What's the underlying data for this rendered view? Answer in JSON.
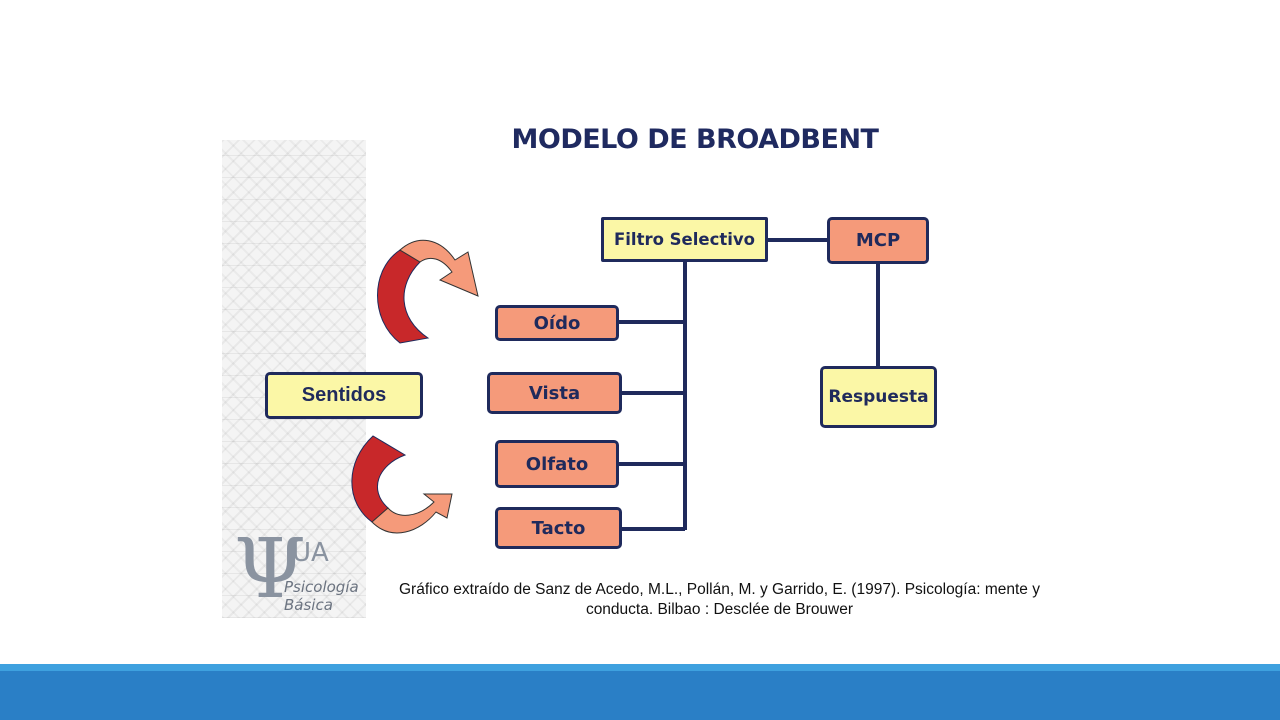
{
  "title": "MODELO DE BROADBENT",
  "nodes": {
    "sentidos": "Sentidos",
    "oido": "Oído",
    "vista": "Vista",
    "olfato": "Olfato",
    "tacto": "Tacto",
    "filtro": "Filtro Selectivo",
    "mcp": "MCP",
    "respuesta": "Respuesta"
  },
  "caption": {
    "line1": "Gráfico extraído de Sanz de Acedo, M.L., Pollán, M. y Garrido, E. (1997). Psicología: mente y",
    "line2": "conducta. Bilbao : Desclée de Brouwer"
  },
  "logo": {
    "symbol": "Ψ",
    "abbr": "UA",
    "line1": "Psicología",
    "line2": "Básica"
  },
  "colors": {
    "title": "#1f2a60",
    "border": "#1f2a5c",
    "yellow_box": "#fbf7a6",
    "salmon_box": "#f59a7a",
    "arrow_red": "#c8282a",
    "arrow_salmon": "#f59a7a",
    "footer_light": "#3ea1df",
    "footer_dark": "#2a7fc6"
  }
}
